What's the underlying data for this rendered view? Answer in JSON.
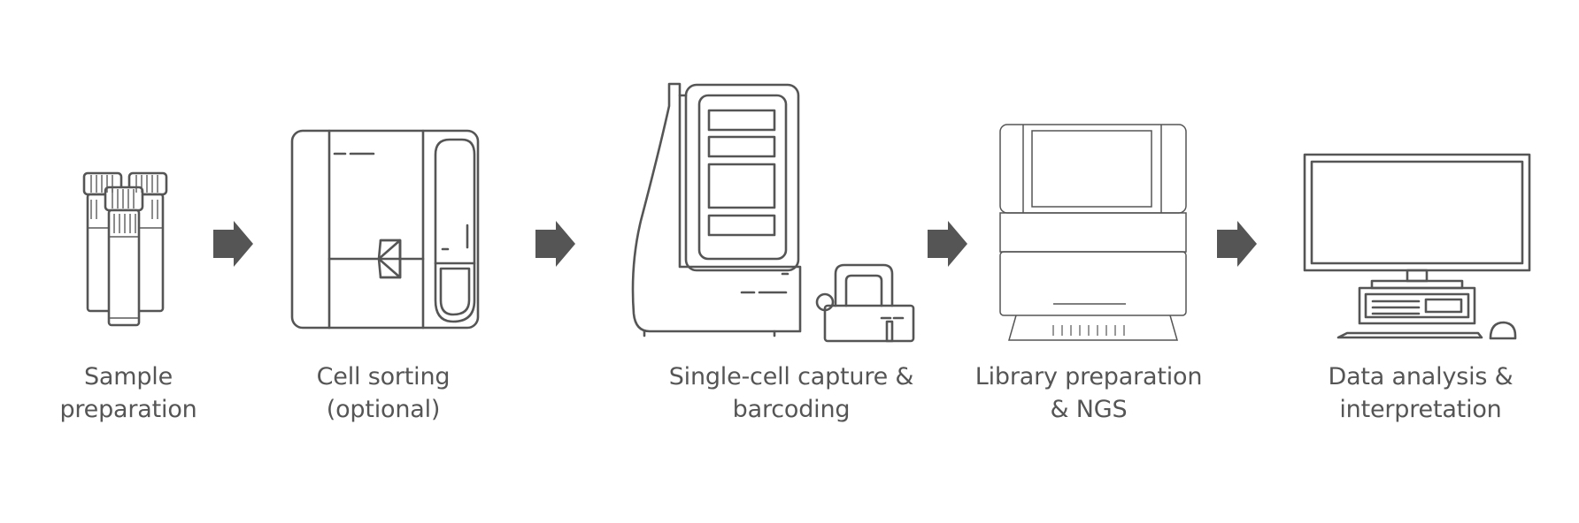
{
  "steps": [
    {
      "id": "sample-preparation",
      "line1": "Sample",
      "line2": "preparation",
      "icon": "sample-tubes-icon"
    },
    {
      "id": "cell-sorting",
      "line1": "Cell sorting",
      "line2": "(optional)",
      "icon": "cell-sorter-icon"
    },
    {
      "id": "single-cell-capture",
      "line1": "Single-cell capture &",
      "line2": "barcoding",
      "icon": "capture-instrument-icon"
    },
    {
      "id": "library-preparation",
      "line1": "Library preparation",
      "line2": "& NGS",
      "icon": "sequencer-icon"
    },
    {
      "id": "data-analysis",
      "line1": "Data analysis &",
      "line2": "interpretation",
      "icon": "computer-icon"
    }
  ],
  "colors": {
    "stroke": "#555555",
    "background": "#ffffff"
  }
}
